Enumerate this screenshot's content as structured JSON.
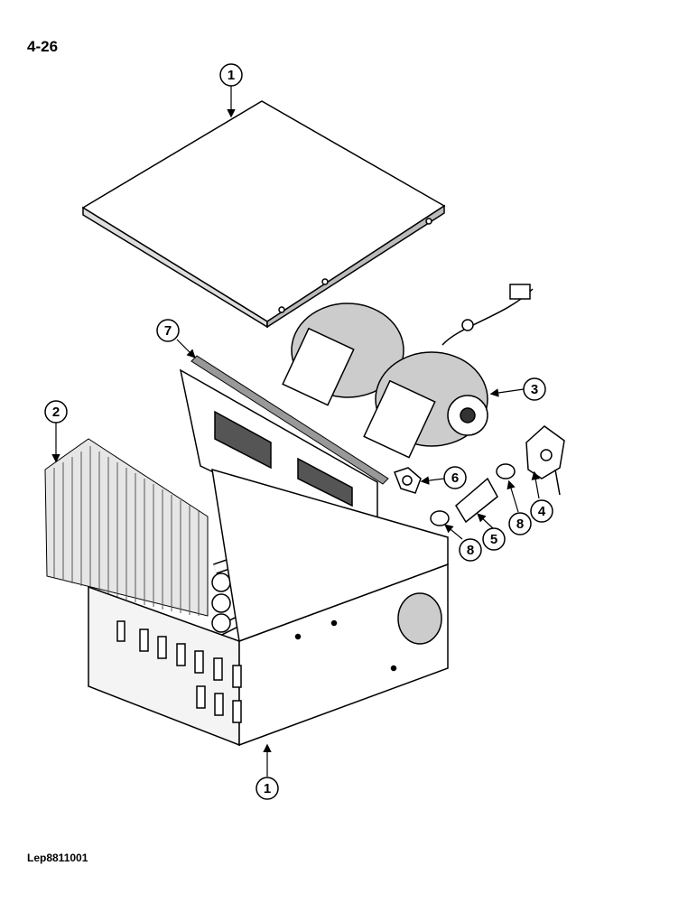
{
  "page": {
    "number": "4-26",
    "doc_code": "Lep8811001"
  },
  "callouts": [
    {
      "id": "c1-top",
      "label": "1"
    },
    {
      "id": "c7",
      "label": "7"
    },
    {
      "id": "c2",
      "label": "2"
    },
    {
      "id": "c3",
      "label": "3"
    },
    {
      "id": "c6",
      "label": "6"
    },
    {
      "id": "c4",
      "label": "4"
    },
    {
      "id": "c8-right",
      "label": "8"
    },
    {
      "id": "c5",
      "label": "5"
    },
    {
      "id": "c8-left",
      "label": "8"
    },
    {
      "id": "c1-bottom",
      "label": "1"
    }
  ]
}
